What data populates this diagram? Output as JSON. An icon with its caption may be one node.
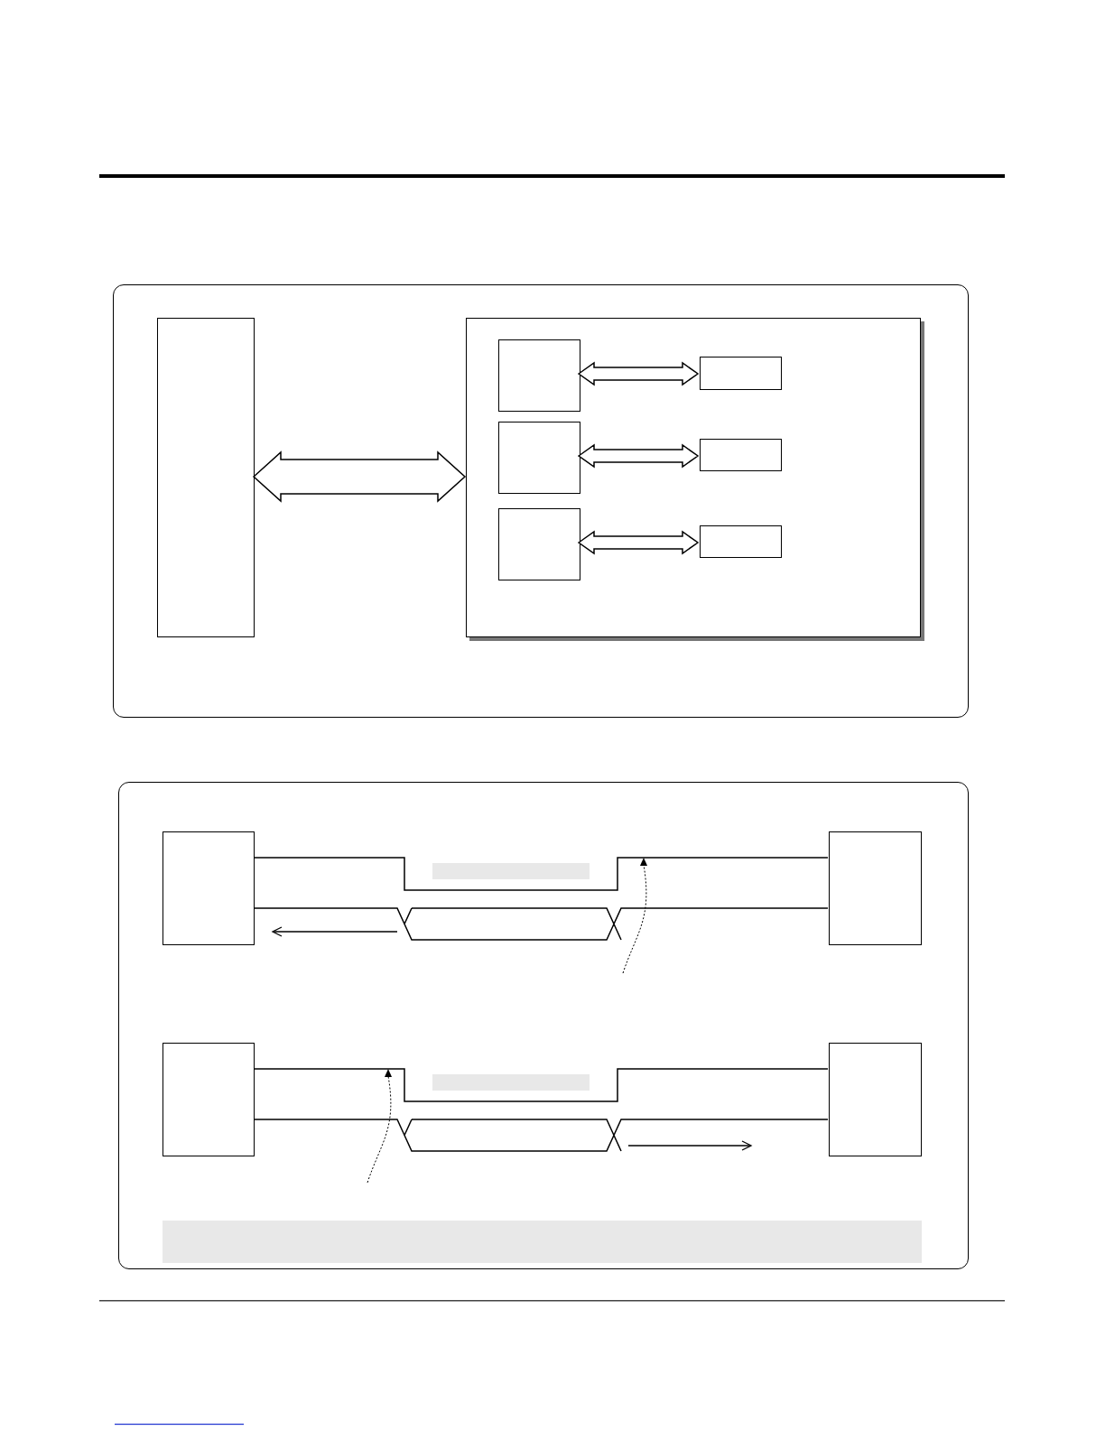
{
  "diagram": {
    "nodes": [
      {
        "text": [],
        "shape": "box"
      },
      {
        "text": [],
        "shape": "box",
        "in": 0
      },
      {
        "text": [],
        "shape": "box",
        "in": 0
      },
      {
        "text": [],
        "shape": "box",
        "in": 2
      },
      {
        "text": [],
        "shape": "box",
        "in": 2
      },
      {
        "text": [],
        "shape": "box",
        "in": 2
      },
      {
        "text": [],
        "shape": "box",
        "in": 2
      },
      {
        "text": [],
        "shape": "box",
        "in": 2
      },
      {
        "text": [],
        "shape": "box",
        "in": 2
      },
      {
        "text": [],
        "shape": "box"
      },
      {
        "text": [],
        "shape": "box",
        "in": 9
      },
      {
        "text": [],
        "shape": "box",
        "in": 9
      },
      {
        "text": [],
        "shape": "box",
        "in": 9
      },
      {
        "text": [],
        "shape": "box",
        "in": 9
      },
      {
        "text": [],
        "shape": "bar",
        "in": 9
      }
    ],
    "edges": [
      {
        "from": 1,
        "to": 2,
        "arrow": "both",
        "style": "thick"
      },
      {
        "from": 3,
        "to": 6,
        "arrow": "both",
        "style": "thick"
      },
      {
        "from": 4,
        "to": 7,
        "arrow": "both",
        "style": "thick"
      },
      {
        "from": 5,
        "to": 8,
        "arrow": "both",
        "style": "thick"
      },
      {
        "from": 10,
        "to": 11,
        "arrow": "none"
      },
      {
        "from": 10,
        "to": 11,
        "arrow": "none"
      },
      {
        "from": 12,
        "to": 13,
        "arrow": "none"
      },
      {
        "from": 12,
        "to": 13,
        "arrow": "none"
      }
    ]
  }
}
